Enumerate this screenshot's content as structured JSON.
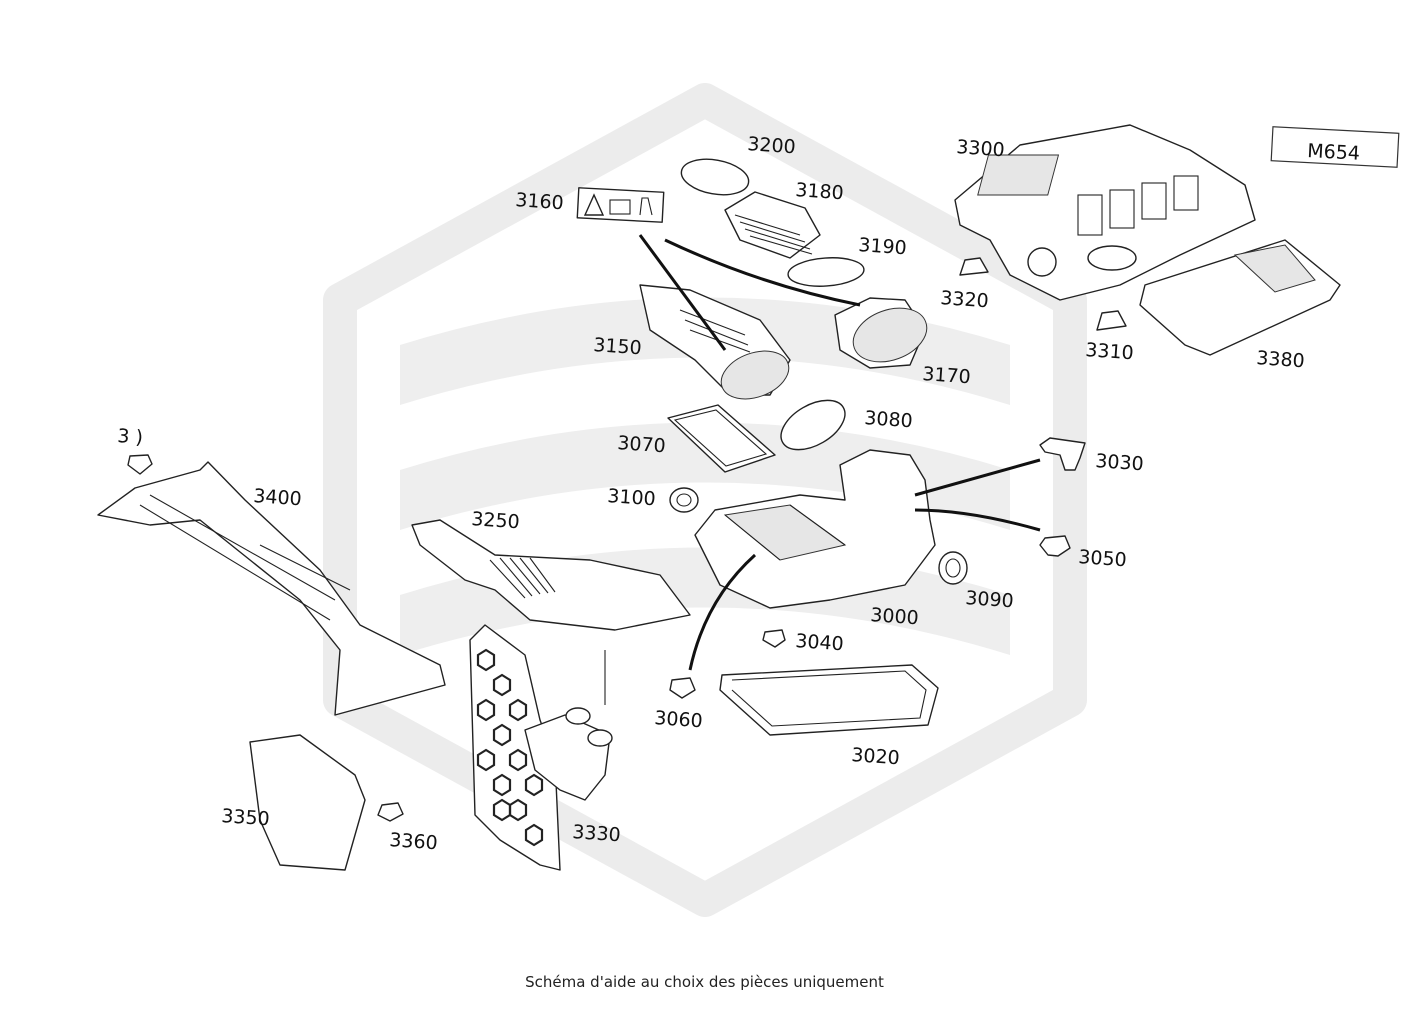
{
  "diagram": {
    "engine_code": "M654",
    "caption": "Schéma d'aide au choix des pièces uniquement",
    "part_labels": {
      "p3000": "3000",
      "p3020": "3020",
      "p3030": "3030",
      "p3040": "3040",
      "p3050": "3050",
      "p3060": "3060",
      "p3070": "3070",
      "p3080": "3080",
      "p3090": "3090",
      "p3100": "3100",
      "p3150": "3150",
      "p3160": "3160",
      "p3170": "3170",
      "p3180": "3180",
      "p3190": "3190",
      "p3200": "3200",
      "p3250": "3250",
      "p3300": "3300",
      "p3310": "3310",
      "p3320": "3320",
      "p3330": "3330",
      "p3350": "3350",
      "p3360": "3360",
      "p3380": "3380",
      "p3400": "3400",
      "p3410": "3‌ )"
    },
    "colors": {
      "watermark": "#ececec",
      "line": "#222222"
    }
  }
}
